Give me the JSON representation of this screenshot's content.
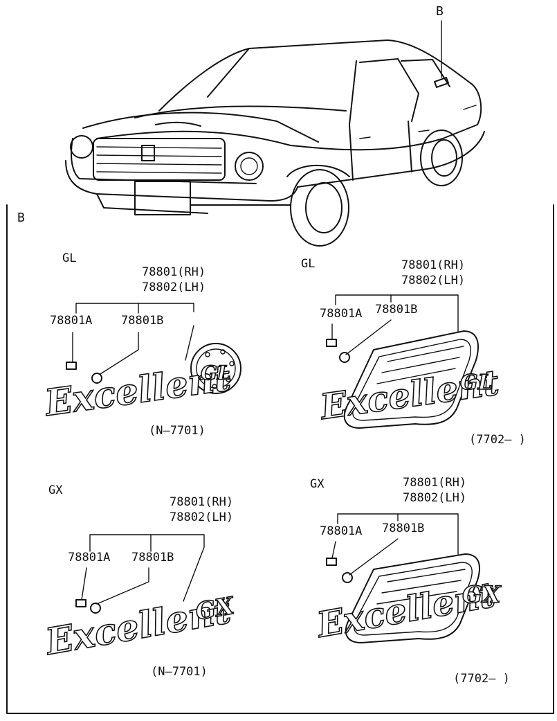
{
  "car": {
    "callout_label": "B"
  },
  "detail_box": {
    "label": "B"
  },
  "panels": [
    {
      "grade": "GL",
      "part_rh": "78801(RH)",
      "part_lh": "78802(LH)",
      "part_a": "78801A",
      "part_b": "78801B",
      "emblem_text": "Excellent",
      "badge_text": "GL",
      "period": "(N–7701)"
    },
    {
      "grade": "GL",
      "part_rh": "78801(RH)",
      "part_lh": "78802(LH)",
      "part_a": "78801A",
      "part_b": "78801B",
      "emblem_text": "Excellent",
      "badge_text": "GL",
      "period": "(7702–  )"
    },
    {
      "grade": "GX",
      "part_rh": "78801(RH)",
      "part_lh": "78802(LH)",
      "part_a": "78801A",
      "part_b": "78801B",
      "emblem_text": "Excellent",
      "badge_text": "GX",
      "period": "(N–7701)"
    },
    {
      "grade": "GX",
      "part_rh": "78801(RH)",
      "part_lh": "78802(LH)",
      "part_a": "78801A",
      "part_b": "78801B",
      "emblem_text": "Excellent",
      "badge_text": "GX",
      "period": "(7702–  )"
    }
  ]
}
